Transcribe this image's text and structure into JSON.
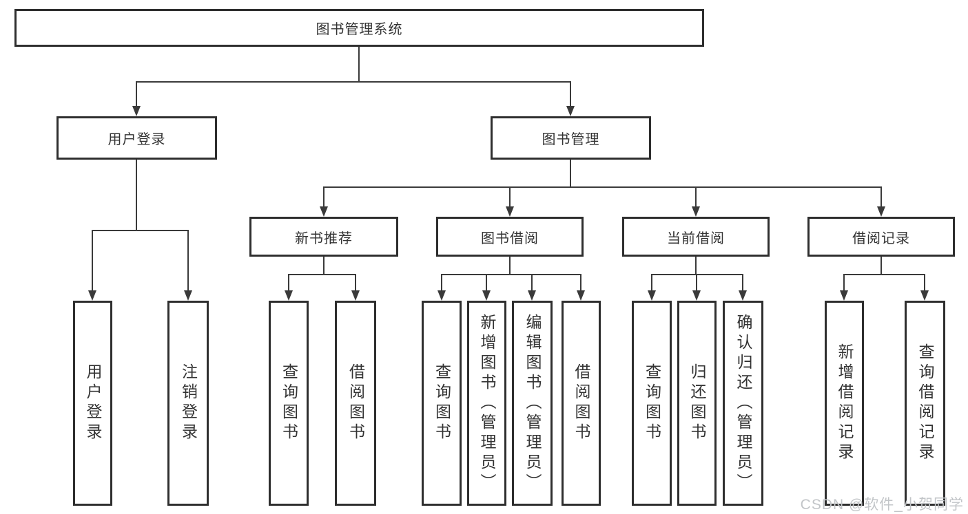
{
  "diagram": {
    "root": {
      "label": "图书管理系统"
    },
    "branches": {
      "user_login": {
        "label": "用户登录",
        "children": {
          "login": "用户登录",
          "logout": "注销登录"
        }
      },
      "book_mgmt": {
        "label": "图书管理",
        "sections": {
          "new_book": {
            "label": "新书推荐",
            "children": {
              "query": "查询图书",
              "borrow": "借阅图书"
            }
          },
          "borrowing": {
            "label": "图书借阅",
            "children": {
              "query": "查询图书",
              "add": "新增图书（管理员）",
              "edit": "编辑图书（管理员）",
              "borrow": "借阅图书"
            }
          },
          "current": {
            "label": "当前借阅",
            "children": {
              "query": "查询图书",
              "return": "归还图书",
              "confirm": "确认归还（管理员）"
            }
          },
          "records": {
            "label": "借阅记录",
            "children": {
              "add": "新增借阅记录",
              "query": "查询借阅记录"
            }
          }
        }
      }
    }
  },
  "watermark": {
    "text": "CSDN @软件_小贺同学"
  },
  "colors": {
    "line": "#3a3a3a",
    "box_border": "#2e2e2e",
    "text": "#333333",
    "watermark": "#c2c5c8",
    "background": "#ffffff"
  }
}
